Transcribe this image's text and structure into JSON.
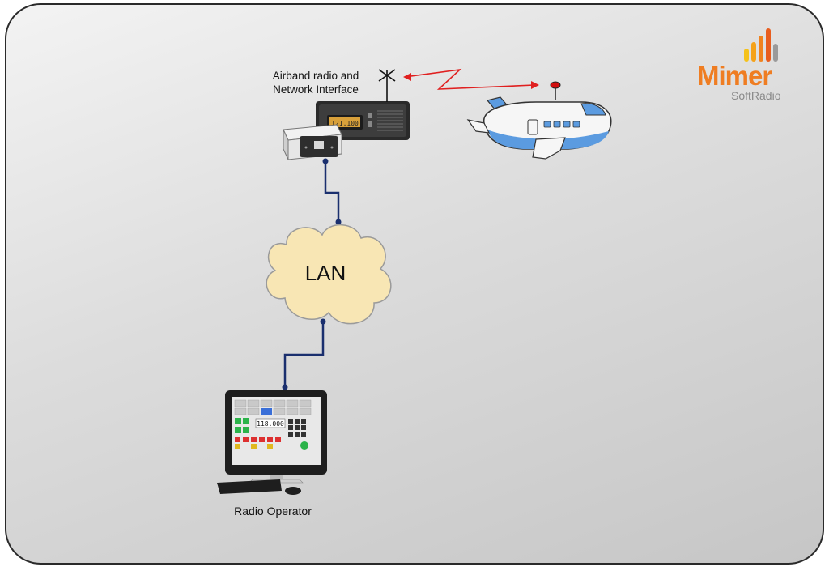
{
  "radio_label": "Airband radio and\nNetwork Interface",
  "lan_label": "LAN",
  "operator_label": "Radio Operator",
  "logo": {
    "main": "Mimer",
    "sub": "SoftRadio"
  },
  "radio_display": "121.100",
  "console_frequency": "118.000",
  "colors": {
    "link_line": "#1a2f6e",
    "radio_wave": "#e02020",
    "cloud_fill": "#f8e6b4",
    "logo_orange": "#ef7d22",
    "airplane_blue": "#5b9be0"
  }
}
